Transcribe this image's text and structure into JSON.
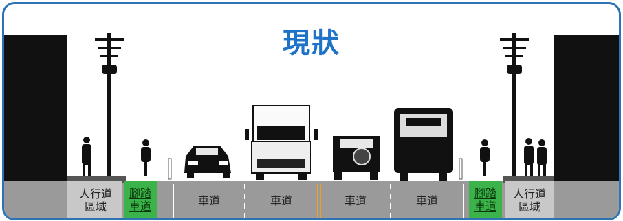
{
  "title": "現狀",
  "colors": {
    "frame": "#2e74b5",
    "title": "#1e73c8",
    "bike_lane": "#3cb34a",
    "road": "#999999",
    "sidewalk": "#c8c8c8",
    "center_line": "#f0a020"
  },
  "lanes": [
    {
      "id": "sidewalk-left",
      "line1": "人行道",
      "line2": "區域"
    },
    {
      "id": "bike-left",
      "line1": "腳踏",
      "line2": "車道"
    },
    {
      "id": "car-lane-1",
      "line1": "車道",
      "line2": ""
    },
    {
      "id": "car-lane-2",
      "line1": "車道",
      "line2": ""
    },
    {
      "id": "car-lane-3",
      "line1": "車道",
      "line2": ""
    },
    {
      "id": "car-lane-4",
      "line1": "車道",
      "line2": ""
    },
    {
      "id": "bike-right",
      "line1": "腳踏",
      "line2": "車道"
    },
    {
      "id": "sidewalk-right",
      "line1": "人行道",
      "line2": "區域"
    }
  ],
  "figures": [
    "building-icon",
    "utility-pole-icon",
    "pedestrian-icon",
    "cyclist-icon",
    "sedan-icon",
    "truck-icon",
    "jeep-icon",
    "bus-icon"
  ]
}
